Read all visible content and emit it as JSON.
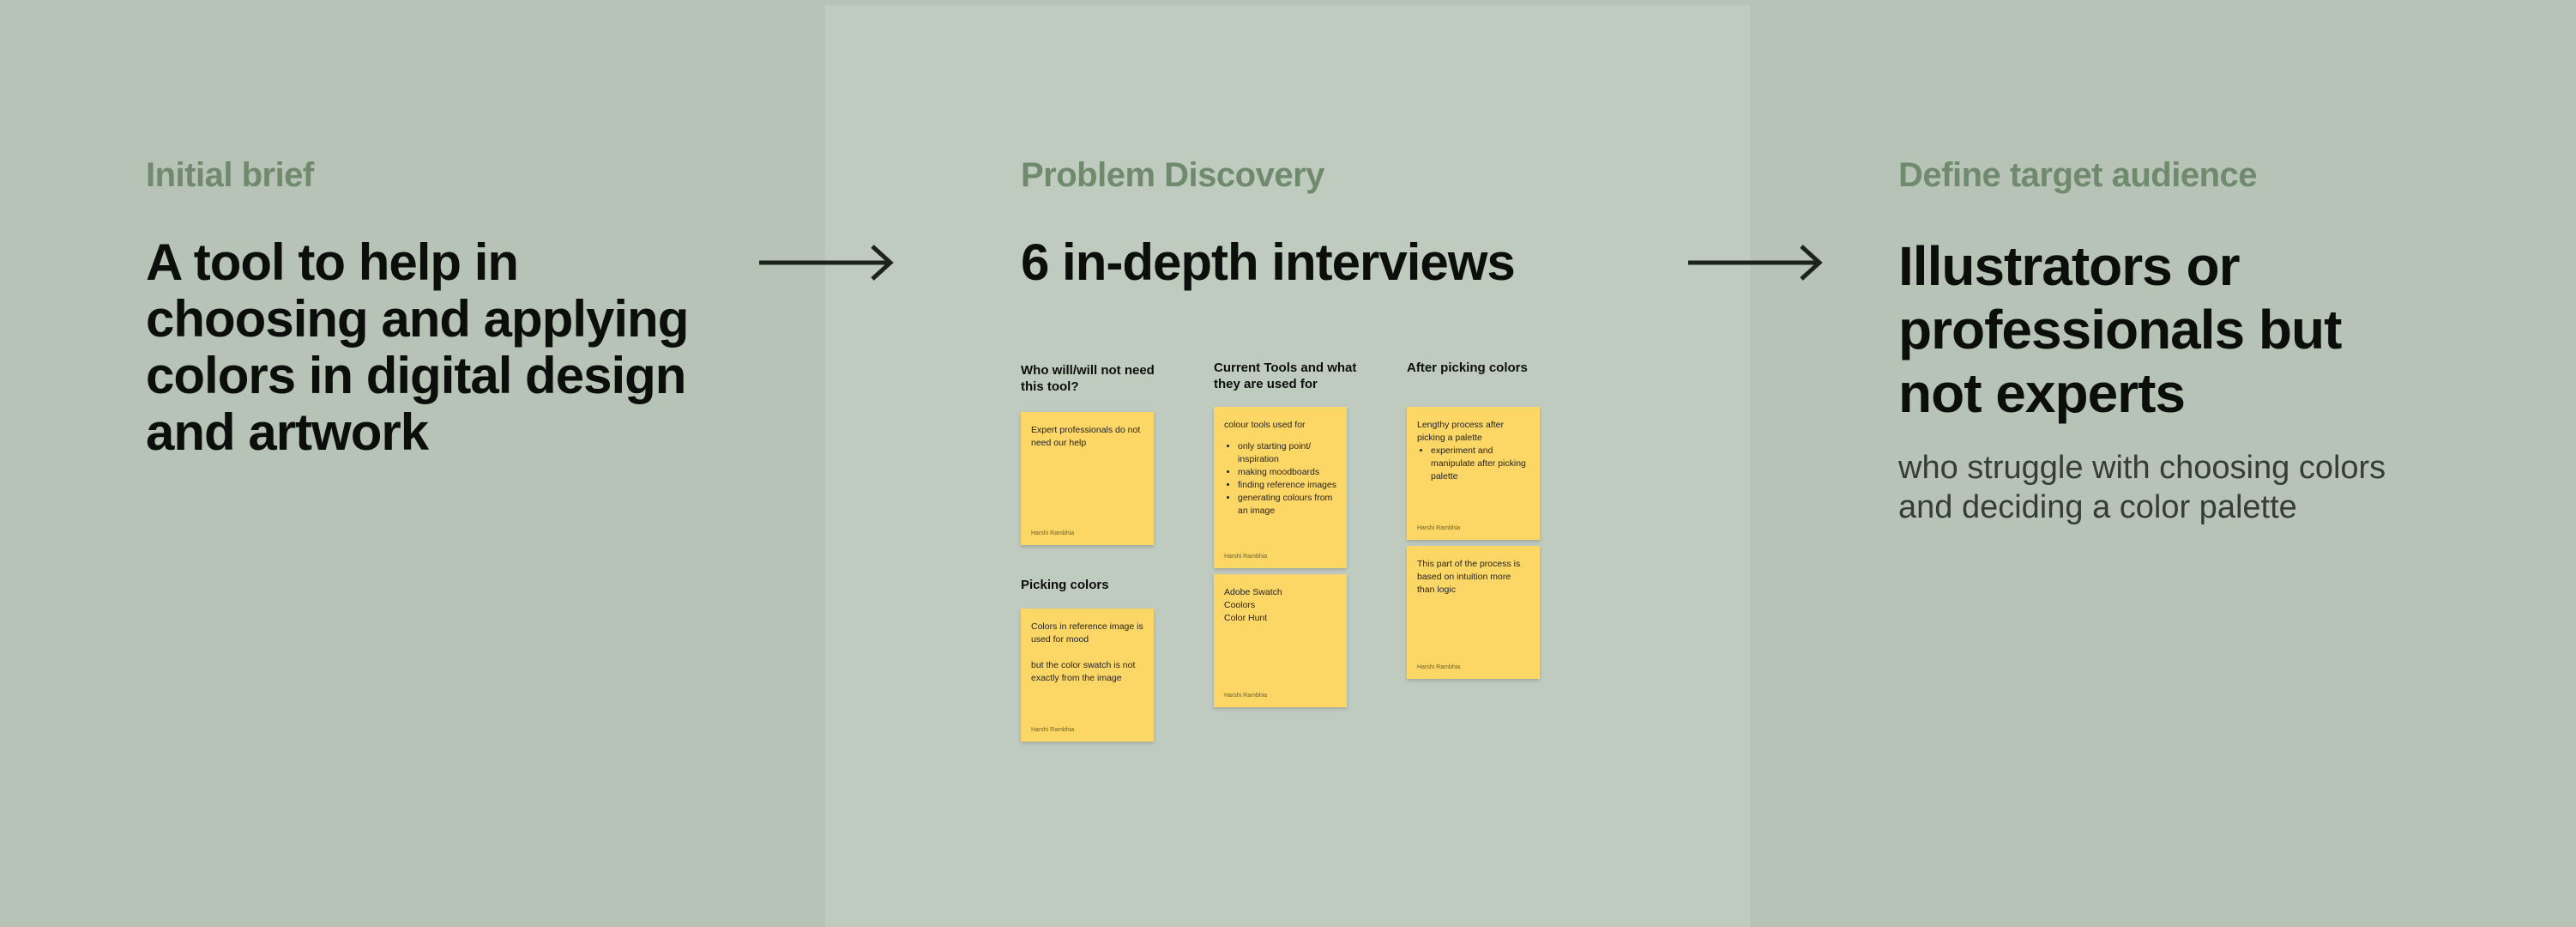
{
  "sections": [
    {
      "eyebrow": "Initial brief",
      "headline": "A tool to help in choosing and applying colors in digital design and artwork"
    },
    {
      "eyebrow": "Problem Discovery",
      "headline": "6 in-depth interviews"
    },
    {
      "eyebrow": "Define target audience",
      "headline": "Illustrators or professionals but not experts",
      "subtext": "who struggle with choosing colors and deciding a color palette"
    }
  ],
  "board": {
    "col1": {
      "heading": "Who will/will not need this tool?",
      "note1": {
        "text": "Expert professionals do not need our help",
        "author": "Harshi Rambhia"
      },
      "heading2": "Picking colors",
      "note2": {
        "text": "Colors in reference image is used for mood\n\nbut the color swatch is not exactly from the image",
        "author": "Harshi Rambhia"
      }
    },
    "col2": {
      "heading": "Current Tools and what they are used for",
      "note1": {
        "intro": "colour tools used for",
        "bullets": [
          "only starting point/ inspiration",
          "making moodboards",
          "finding reference images",
          "generating colours from an image"
        ],
        "author": "Harshi Rambhia"
      },
      "note2": {
        "text": "Adobe Swatch\nCoolors\nColor Hunt",
        "author": "Harshi Rambhia"
      }
    },
    "col3": {
      "heading": "After picking colors",
      "note1": {
        "intro": "Lengthy process after picking a palette",
        "bullets": [
          "experiment and manipulate after picking palette"
        ],
        "author": "Harshi Rambhia"
      },
      "note2": {
        "text": "This part of the process is based on intuition more than logic",
        "author": "Harshi Rambhia"
      }
    }
  },
  "colors": {
    "background": "#b8c3b7",
    "panel": "#c0cbc0",
    "eyebrow": "#6f8a6c",
    "headline": "#0b0e0b",
    "sticky": "#fdd765"
  },
  "icons": [
    "arrow-right-icon",
    "arrow-right-icon"
  ]
}
